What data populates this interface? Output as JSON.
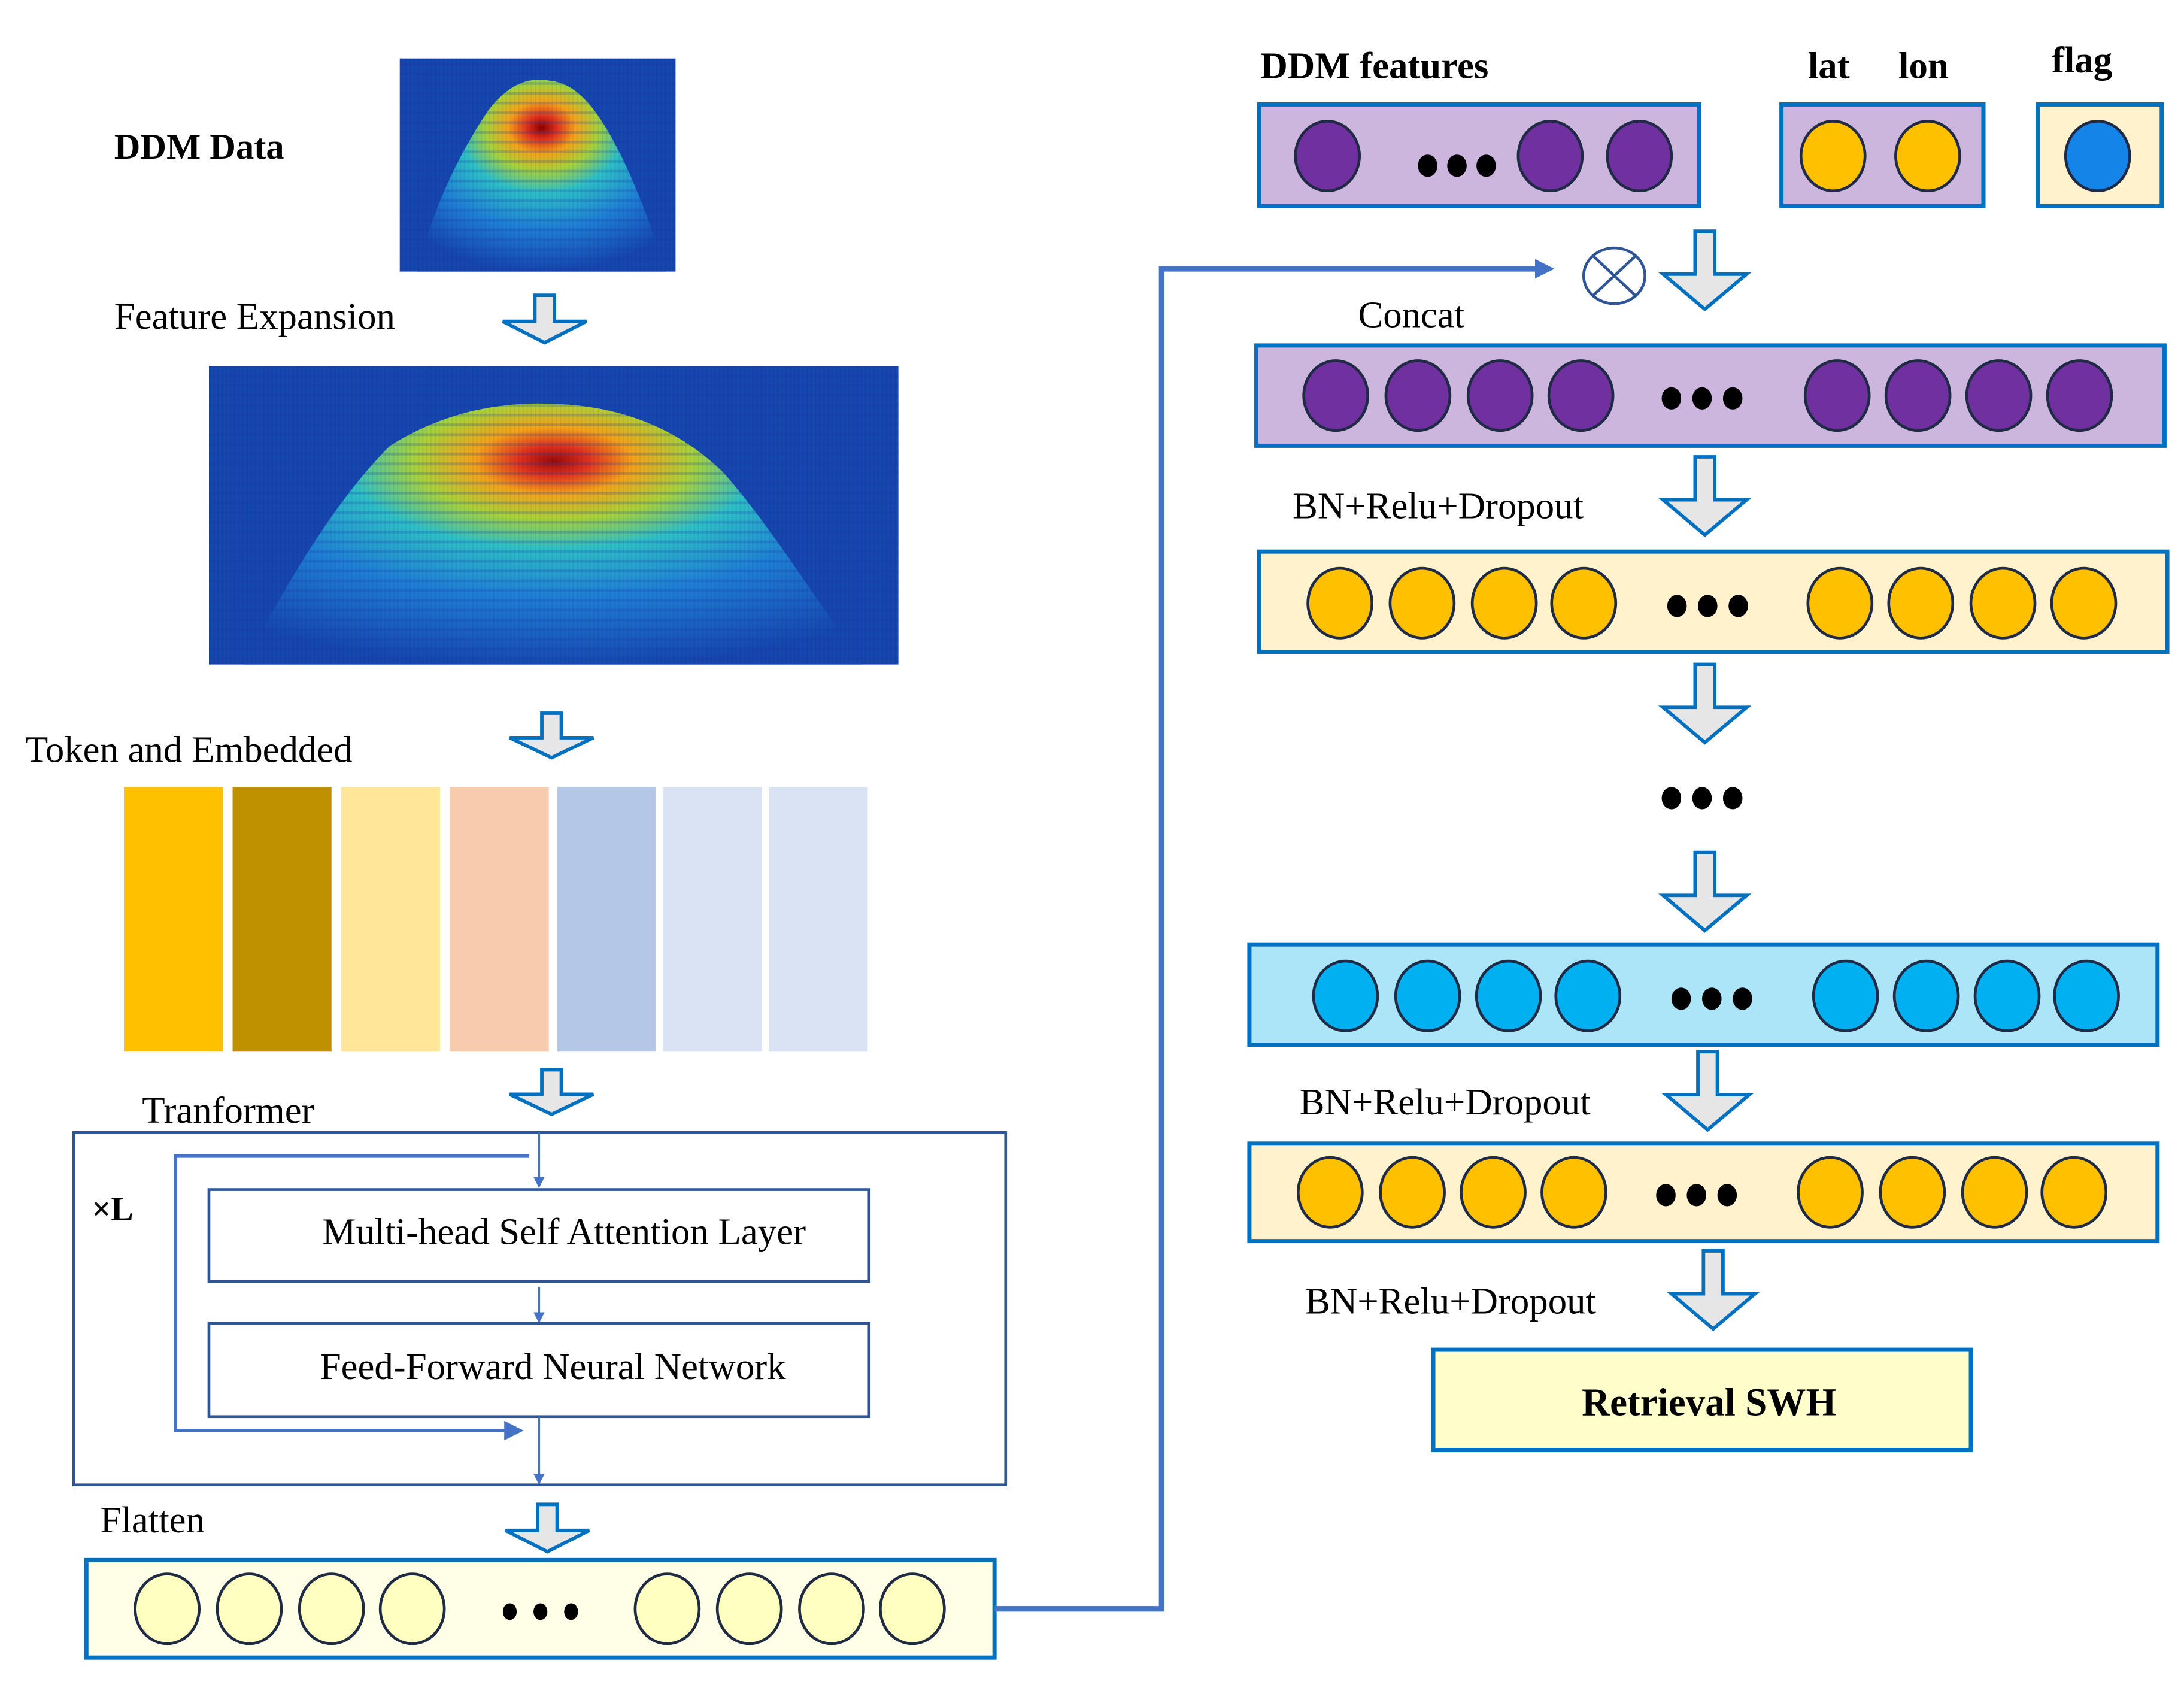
{
  "left_branch": {
    "ddm_data_label": "DDM Data",
    "feature_expansion_label": "Feature Expansion",
    "token_label": "Token and Embedded",
    "token_colors": [
      "#FFC000",
      "#BF9000",
      "#FFE699",
      "#F8CBAD",
      "#B4C7E7",
      "#DAE3F3",
      "#DAE3F3"
    ],
    "transformer_label": "Tranformer",
    "repeat_label": "×L",
    "attention_label": "Multi-head Self Attention Layer",
    "ffn_label": "Feed-Forward Neural Network",
    "flatten_label": "Flatten",
    "flatten_node_color": "#FFFFC0"
  },
  "right_branch": {
    "ddm_features_label": "DDM  features",
    "lat_label": "lat",
    "lon_label": "lon",
    "flag_label": "flag",
    "concat_label": "Concat",
    "combine_symbol": "⊗",
    "layers": [
      {
        "name": "concat-layer",
        "fill": "#CDB6DE",
        "node": "#7030A0",
        "label_above": "Concat"
      },
      {
        "name": "dense-layer-1",
        "fill": "#FFF2CC",
        "node": "#FFC000",
        "label_above": "BN+Relu+Dropout"
      },
      {
        "name": "dense-layer-n",
        "fill": "#ADE5F8",
        "node": "#00B0F0",
        "label_above": ""
      },
      {
        "name": "dense-layer-out",
        "fill": "#FFF2CC",
        "node": "#FFC000",
        "label_above": "BN+Relu+Dropout"
      }
    ],
    "bn_label_1": "BN+Relu+Dropout",
    "bn_label_2": "BN+Relu+Dropout",
    "bn_label_3": "BN+Relu+Dropout",
    "output_label": "Retrieval SWH",
    "output_fill": "#FFFFCC"
  },
  "colors": {
    "border_blue": "#0070C0",
    "line_blue": "#4472C4",
    "arrow_fill": "#E6E6E6",
    "purple_bg": "#CDB6DE",
    "purple_node": "#7030A0",
    "yellow_node": "#FFC000",
    "flag_node": "#1584E8",
    "flag_bg": "#FFF2CC",
    "cyan_node": "#00B0F0",
    "cyan_bg": "#ADE5F8",
    "cream_bg": "#FFF2CC"
  }
}
